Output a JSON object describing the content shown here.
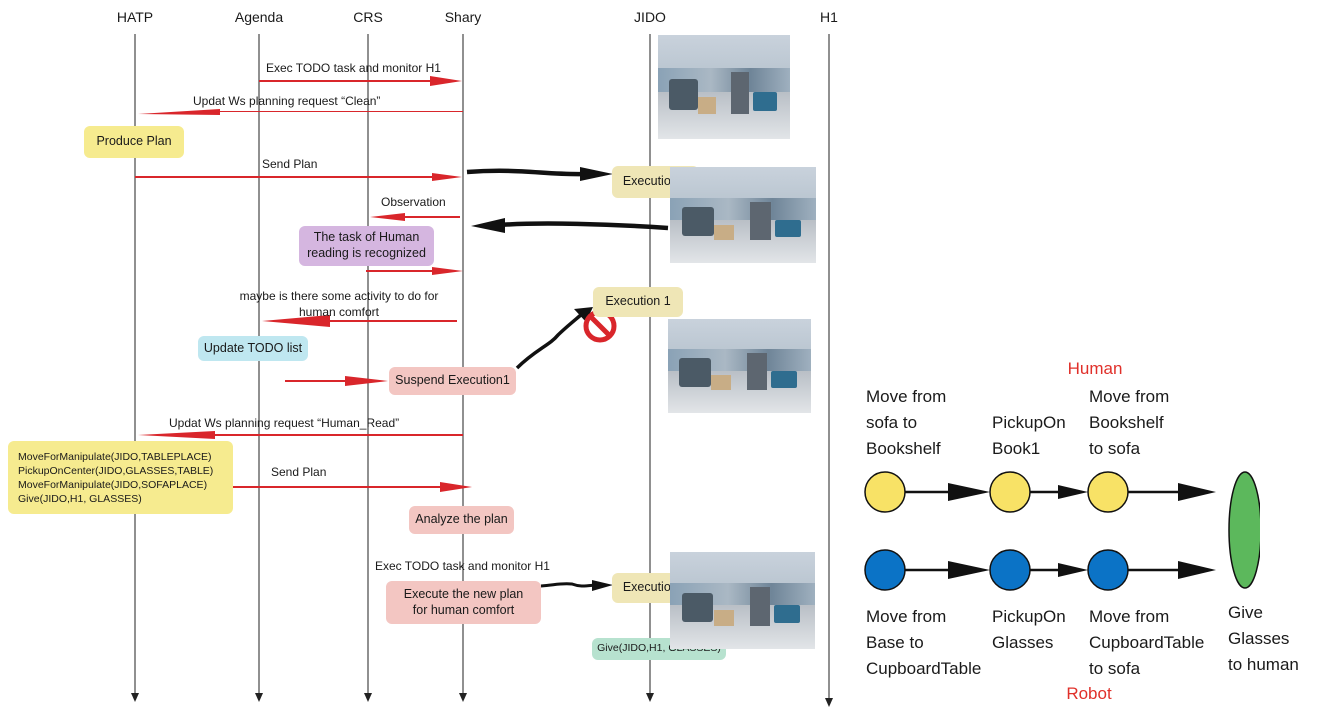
{
  "lanes": [
    "HATP",
    "Agenda",
    "CRS",
    "Shary",
    "JIDO",
    "H1"
  ],
  "messages": {
    "m1": "Exec TODO task and monitor H1",
    "m2": "Updat Ws planning request  “Clean”",
    "m3": "Send Plan",
    "m4": "Observation",
    "m5_line1": "maybe is there some activity to do for",
    "m5_line2": "human comfort",
    "m6": "Updat Ws planning request  “Human_Read”",
    "m7": "Send Plan",
    "m8": "Exec TODO task and monitor H1"
  },
  "boxes": {
    "produce_plan": "Produce Plan",
    "execution1_a": "Execution 1",
    "task_recog_line1": "The task of Human",
    "task_recog_line2": "reading is recognized",
    "execution1_b": "Execution 1",
    "update_todo": "Update TODO list",
    "suspend": "Suspend Execution1",
    "plan_steps": [
      "MoveForManipulate(JIDO,TABLEPLACE)",
      "PickupOnCenter(JIDO,GLASSES,TABLE)",
      "MoveForManipulate(JIDO,SOFAPLACE)",
      "Give(JIDO,H1, GLASSES)"
    ],
    "analyze": "Analyze the plan",
    "exec_new_line1": "Execute the new plan",
    "exec_new_line2": "for human comfort",
    "execution2": "Execution 2",
    "give": "Give(JIDO,H1, GLASSES)"
  },
  "plan_graph": {
    "human_label": "Human",
    "robot_label": "Robot",
    "human_steps": [
      {
        "line1": "Move from",
        "line2": "sofa to",
        "line3": "Bookshelf"
      },
      {
        "line1": "PickupOn",
        "line2": "Book1"
      },
      {
        "line1": "Move from",
        "line2": "Bookshelf",
        "line3": "to sofa"
      }
    ],
    "robot_steps": [
      {
        "line1": "Move from",
        "line2": "Base to",
        "line3": "CupboardTable"
      },
      {
        "line1": "PickupOn",
        "line2": "Glasses"
      },
      {
        "line1": "Move from",
        "line2": "CupboardTable",
        "line3": "to sofa"
      }
    ],
    "final_line1": "Give",
    "final_line2": "Glasses",
    "final_line3": "to human"
  },
  "colors": {
    "arrow_red": "#d9262b",
    "human_node": "#f8e266",
    "robot_node": "#0b73c6",
    "final_node": "#5cb85c",
    "label_red": "#e0302a"
  }
}
